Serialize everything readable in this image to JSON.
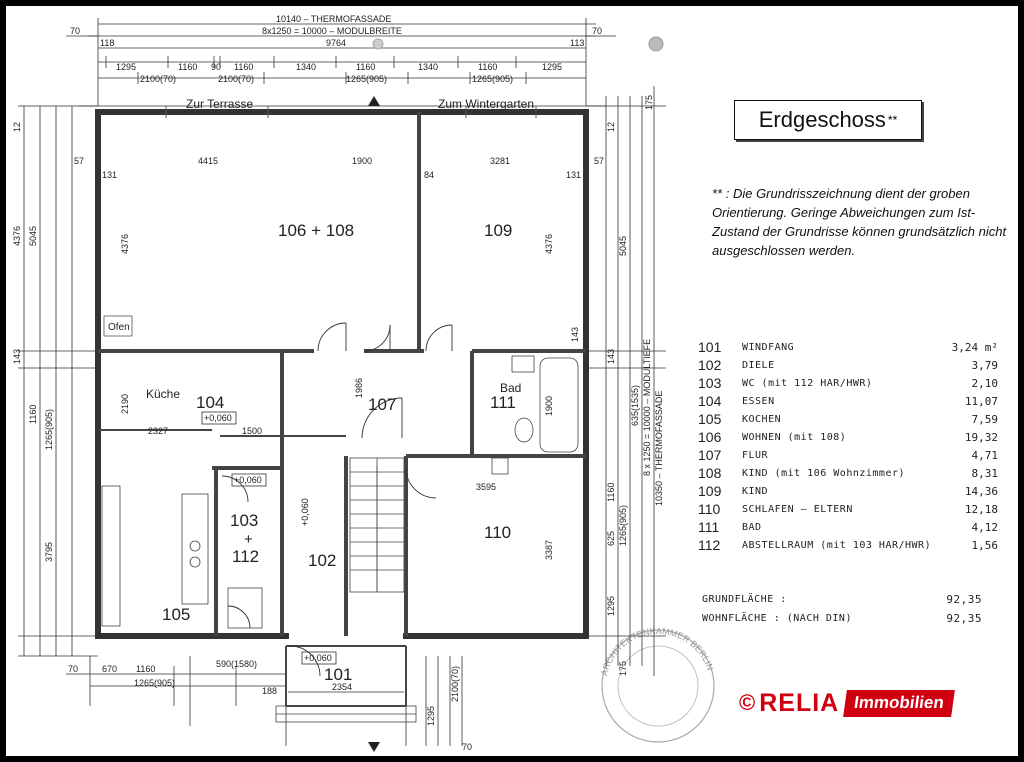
{
  "title": "Erdgeschoss",
  "title_mark": "**",
  "note": "** : Die Grundrisszeichnung dient der groben Orientierung. Geringe Abweichungen zum Ist-Zustand der Grundrisse können grundsätzlich nicht ausgeschlossen werden.",
  "labels": {
    "terrasse": "Zur Terrasse",
    "wintergarten": "Zum Wintergarten",
    "kueche": "Küche",
    "bad": "Bad",
    "ofen": "Ofen",
    "room_106_108": "106 + 108",
    "room_109": "109",
    "room_104": "104",
    "room_107": "107",
    "room_111": "111",
    "room_103": "103",
    "room_plus": "+",
    "room_112": "112",
    "room_102": "102",
    "room_110": "110",
    "room_105": "105",
    "room_101": "101",
    "level_104": "+0,060",
    "level_103": "+0,060",
    "level_101": "+0,060",
    "level_102": "+0,060"
  },
  "top_dims": {
    "line1": "10140 – THERMOFASSADE",
    "line2": "8x1250 = 10000 – MODULBREITE",
    "line3": "9764",
    "row4": [
      "1295",
      "1160",
      "90",
      "1160",
      "1340",
      "1160",
      "1340",
      "1160",
      "1295"
    ],
    "row5": [
      "2100(70)",
      "2100(70)",
      "1265(905)",
      "1265(905)"
    ],
    "left70": "70",
    "right70": "70",
    "left118": "118",
    "right113": "113"
  },
  "inner_dims": [
    "4415",
    "1900",
    "3281",
    "4376",
    "4376",
    "2327",
    "1500",
    "3595",
    "2190",
    "3387",
    "1986",
    "1900",
    "143",
    "131",
    "131",
    "84",
    "57",
    "57"
  ],
  "right_dims": [
    "175",
    "12",
    "5045",
    "143",
    "1160",
    "1265(905)",
    "625",
    "8 x 1250 = 10000 – MODULTIEFE",
    "10350 – THERMOFASSADE",
    "635(1535)",
    "1295",
    "175"
  ],
  "left_dims": [
    "4376",
    "5045",
    "143",
    "1160",
    "1265(905)",
    "3795",
    "12"
  ],
  "bottom_dims": [
    "670",
    "1160",
    "1265(905)",
    "590(1580)",
    "2354",
    "188",
    "2100(70)",
    "1295",
    "70",
    "70"
  ],
  "rooms": [
    {
      "num": "101",
      "name": "WINDFANG",
      "area": "3,24 m²"
    },
    {
      "num": "102",
      "name": "DIELE",
      "area": "3,79"
    },
    {
      "num": "103",
      "name": "WC (mit 112 HAR/HWR)",
      "area": "2,10"
    },
    {
      "num": "104",
      "name": "ESSEN",
      "area": "11,07"
    },
    {
      "num": "105",
      "name": "KOCHEN",
      "area": "7,59"
    },
    {
      "num": "106",
      "name": "WOHNEN (mit 108)",
      "area": "19,32"
    },
    {
      "num": "107",
      "name": "FLUR",
      "area": "4,71"
    },
    {
      "num": "108",
      "name": "KIND (mit 106 Wohnzimmer)",
      "area": "8,31"
    },
    {
      "num": "109",
      "name": "KIND",
      "area": "14,36"
    },
    {
      "num": "110",
      "name": "SCHLAFEN – ELTERN",
      "area": "12,18"
    },
    {
      "num": "111",
      "name": "BAD",
      "area": "4,12"
    },
    {
      "num": "112",
      "name": "ABSTELLRAUM (mit 103 HAR/HWR)",
      "area": "1,56"
    }
  ],
  "totals": [
    {
      "label": "GRUNDFLÄCHE :",
      "value": "92,35"
    },
    {
      "label": "WOHNFLÄCHE : (NACH DIN)",
      "value": "92,35"
    }
  ],
  "logo": {
    "copyright": "©",
    "brand": "RELIA",
    "suffix": "Immobilien",
    "brand_color": "#d00010"
  },
  "stamp": {
    "text": "ARCHITEKTENKAMMER BERLIN"
  }
}
